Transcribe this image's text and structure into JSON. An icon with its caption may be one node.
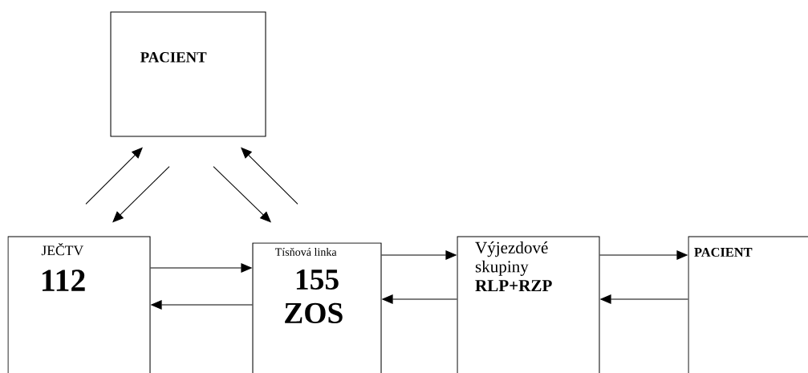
{
  "diagram": {
    "nodes": [
      {
        "text": [
          "PACIENT"
        ]
      },
      {
        "text": [
          "JEČTV",
          "112"
        ]
      },
      {
        "text": [
          "Tísňová linka",
          "155 ZOS"
        ]
      },
      {
        "text": [
          "Výjezdové skupiny",
          "RLP+RZP"
        ]
      },
      {
        "text": [
          "PACIENT"
        ]
      }
    ],
    "edges": [
      {
        "from": 1,
        "to": 0,
        "arrow": "to"
      },
      {
        "from": 0,
        "to": 1,
        "arrow": "to"
      },
      {
        "from": 0,
        "to": 2,
        "arrow": "to"
      },
      {
        "from": 2,
        "to": 0,
        "arrow": "to"
      },
      {
        "from": 1,
        "to": 2,
        "arrow": "to"
      },
      {
        "from": 2,
        "to": 1,
        "arrow": "to"
      },
      {
        "from": 2,
        "to": 3,
        "arrow": "to"
      },
      {
        "from": 3,
        "to": 2,
        "arrow": "to"
      },
      {
        "from": 3,
        "to": 4,
        "arrow": "to"
      },
      {
        "from": 4,
        "to": 3,
        "arrow": "to"
      }
    ]
  }
}
